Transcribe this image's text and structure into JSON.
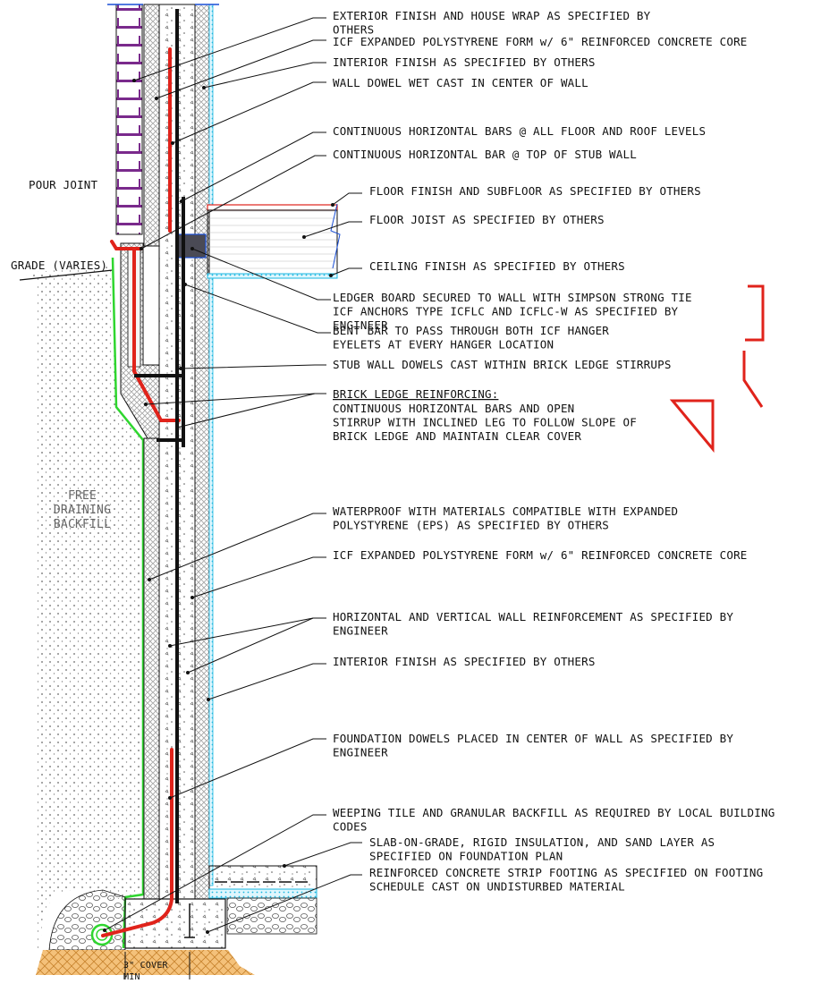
{
  "callouts": {
    "c1": [
      "EXTERIOR FINISH AND HOUSE WRAP AS SPECIFIED BY",
      "OTHERS"
    ],
    "c2": [
      "ICF EXPANDED POLYSTYRENE FORM w/ 6\" REINFORCED CONCRETE CORE"
    ],
    "c3": [
      "INTERIOR FINISH AS SPECIFIED BY OTHERS"
    ],
    "c4": [
      "WALL DOWEL WET CAST IN CENTER OF WALL"
    ],
    "c5": [
      "CONTINUOUS HORIZONTAL BARS @ ALL FLOOR AND ROOF LEVELS"
    ],
    "c6": [
      "CONTINUOUS HORIZONTAL BAR @ TOP OF STUB WALL"
    ],
    "c7": [
      "FLOOR FINISH AND SUBFLOOR AS SPECIFIED BY OTHERS"
    ],
    "c8": [
      "FLOOR JOIST AS SPECIFIED BY OTHERS"
    ],
    "c9": [
      "CEILING FINISH AS SPECIFIED BY OTHERS"
    ],
    "c10": [
      "LEDGER BOARD SECURED TO WALL WITH SIMPSON STRONG TIE",
      "ICF ANCHORS TYPE ICFLC AND ICFLC-W AS SPECIFIED BY",
      "ENGINEER"
    ],
    "c11": [
      "BENT BAR TO PASS THROUGH BOTH ICF HANGER",
      "EYELETS AT EVERY HANGER LOCATION"
    ],
    "c12": [
      "STUB WALL DOWELS CAST WITHIN BRICK LEDGE STIRRUPS"
    ],
    "c13_title": "BRICK LEDGE REINFORCING:",
    "c13": [
      "CONTINUOUS HORIZONTAL BARS AND OPEN",
      "STIRRUP WITH INCLINED LEG TO FOLLOW SLOPE OF",
      "BRICK LEDGE AND MAINTAIN CLEAR COVER"
    ],
    "c14": [
      "WATERPROOF WITH MATERIALS COMPATIBLE WITH EXPANDED",
      "POLYSTYRENE (EPS) AS SPECIFIED BY OTHERS"
    ],
    "c15": [
      "ICF EXPANDED POLYSTYRENE FORM w/ 6\" REINFORCED CONCRETE CORE"
    ],
    "c16": [
      "HORIZONTAL AND VERTICAL WALL REINFORCEMENT AS SPECIFIED BY",
      "ENGINEER"
    ],
    "c17": [
      "INTERIOR FINISH AS SPECIFIED BY OTHERS"
    ],
    "c18": [
      "FOUNDATION DOWELS PLACED IN CENTER OF WALL AS SPECIFIED BY",
      "ENGINEER"
    ],
    "c19": [
      "WEEPING TILE AND GRANULAR BACKFILL AS REQUIRED BY LOCAL BUILDING",
      "CODES"
    ],
    "c20": [
      "SLAB-ON-GRADE, RIGID INSULATION, AND SAND LAYER AS",
      "SPECIFIED ON FOUNDATION PLAN"
    ],
    "c21": [
      "REINFORCED CONCRETE STRIP FOOTING AS SPECIFIED ON FOOTING",
      "SCHEDULE CAST ON UNDISTURBED MATERIAL"
    ]
  },
  "left_labels": {
    "pour_joint": "POUR JOINT",
    "grade": "GRADE (VARIES)",
    "backfill": [
      "FREE",
      "DRAINING",
      "BACKFILL"
    ],
    "cover": [
      "3\" COVER",
      "MIN"
    ]
  },
  "colors": {
    "rebar": "#e0231b",
    "dowel": "#111111",
    "waterproof": "#2fd62f",
    "insulation_blue": "#19b6e0",
    "ledger": "#4a4a55",
    "brick_mortar": "#7a2a8c"
  }
}
